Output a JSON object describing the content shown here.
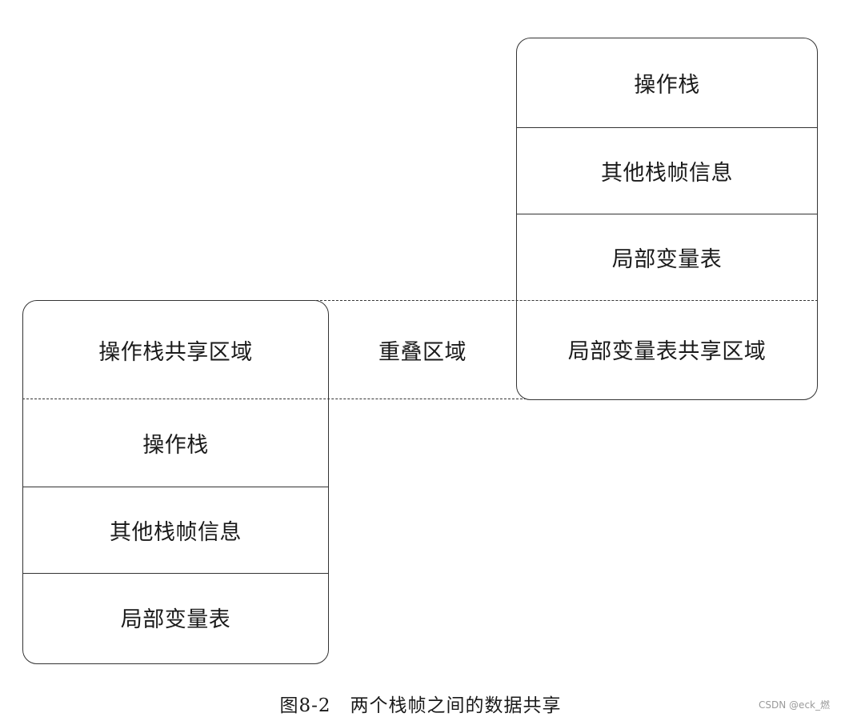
{
  "right_frame": {
    "cells": [
      "操作栈",
      "其他栈帧信息",
      "局部变量表",
      "局部变量表共享区域"
    ]
  },
  "left_frame": {
    "cells": [
      "操作栈共享区域",
      "操作栈",
      "其他栈帧信息",
      "局部变量表"
    ]
  },
  "overlap_label": "重叠区域",
  "caption": "图8-2　两个栈帧之间的数据共享",
  "watermark": "CSDN @eck_燃"
}
